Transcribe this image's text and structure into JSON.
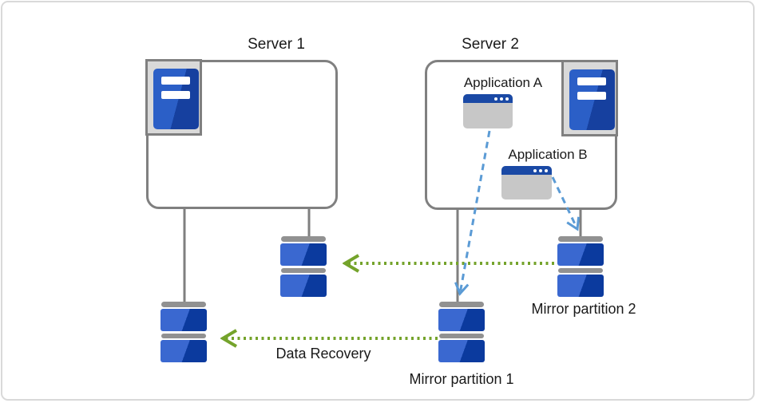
{
  "diagram_labels": {
    "server1": "Server 1",
    "server2": "Server 2",
    "application_a": "Application A",
    "application_b": "Application B",
    "mirror_partition_1": "Mirror partition 1",
    "mirror_partition_2": "Mirror partition 2",
    "data_recovery": "Data Recovery"
  },
  "icons": {
    "server_tower": "server-tower-icon",
    "app_window": "app-window-icon",
    "disk_partition": "disk-partition-icon",
    "green_dotted_arrow": "data-recovery-arrow",
    "blue_dashed_arrow": "app-write-arrow"
  },
  "colors": {
    "partition_blue_light": "#3a68d0",
    "partition_blue_dark": "#0b3a9e",
    "server_blue_light": "#2b5fc7",
    "server_blue_dark": "#16409f",
    "app_titlebar_blue": "#1a49a5",
    "app_body_gray": "#c7c7c7",
    "icon_frame_gray": "#808080",
    "connector_gray": "#7f7f7f",
    "disk_cap_gray": "#919191",
    "replication_green": "#74a32b",
    "app_arrow_blue": "#5b9bd5",
    "outer_border_gray": "#d9d9d9"
  }
}
